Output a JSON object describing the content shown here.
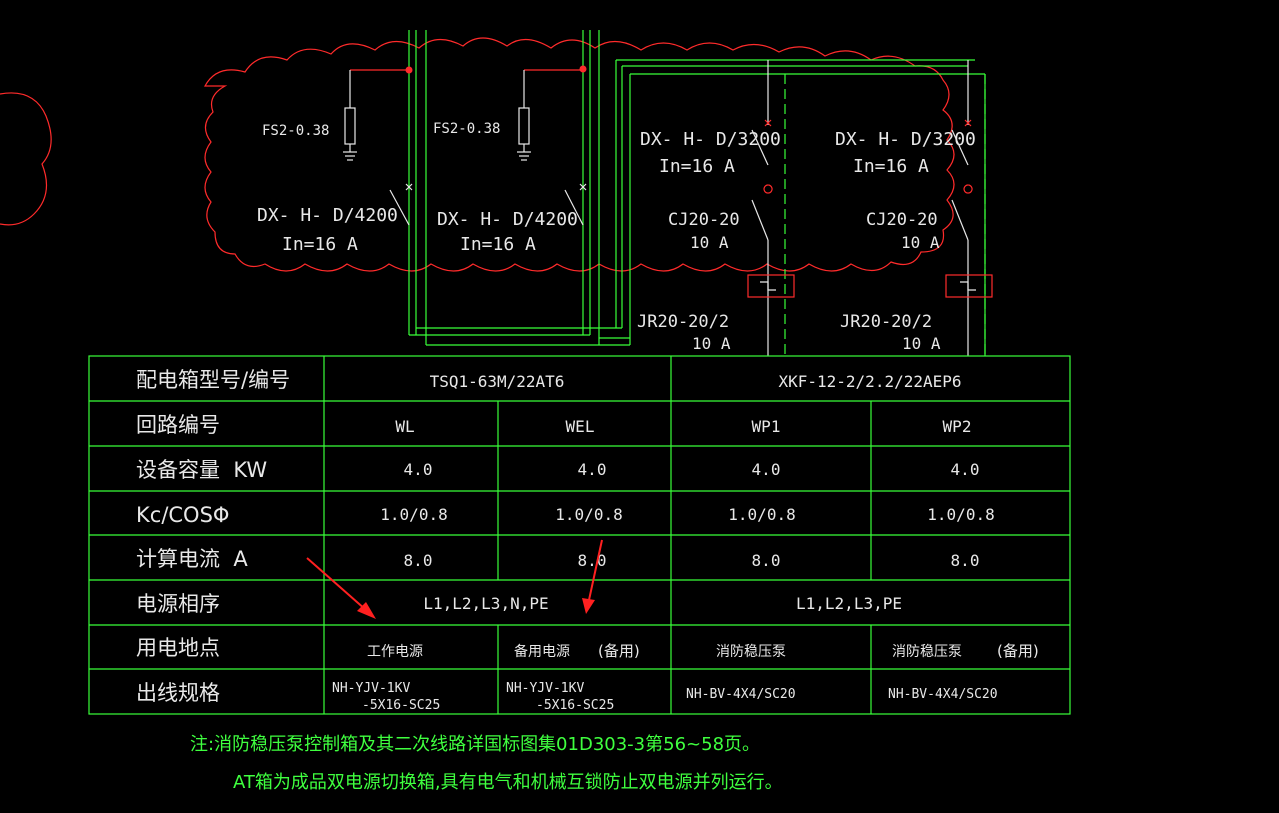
{
  "colors": {
    "background": "#000000",
    "line_green": "#38ff38",
    "line_white": "#e8e8e8",
    "revision_cloud_red": "#ff2b2b",
    "note_text_green": "#3fff3f",
    "arrow_red": "#ff2020"
  },
  "schematic": {
    "spd_1": "FS2-0.38",
    "spd_2": "FS2-0.38",
    "breaker_wl_model": "DX- H- D/4200",
    "breaker_wl_rating": "In=16 A",
    "breaker_wel_model": "DX- H- D/4200",
    "breaker_wel_rating": "In=16 A",
    "breaker_wp1_model": "DX- H- D/3200",
    "breaker_wp1_rating": "In=16 A",
    "breaker_wp2_model": "DX- H- D/3200",
    "breaker_wp2_rating": "In=16 A",
    "contactor_wp1_model": "CJ20-20",
    "contactor_wp1_rating": "10 A",
    "contactor_wp2_model": "CJ20-20",
    "contactor_wp2_rating": "10 A",
    "relay_wp1_model": "JR20-20/2",
    "relay_wp1_rating": "10 A",
    "relay_wp2_model": "JR20-20/2",
    "relay_wp2_rating": "10 A"
  },
  "table": {
    "row_labels": {
      "box_model": "配电箱型号/编号",
      "circuit_no": "回路编号",
      "capacity": "设备容量  KW",
      "kc_cos": "Kc/COSΦ",
      "current": "计算电流  A",
      "phase": "电源相序",
      "location": "用电地点",
      "cable": "出线规格"
    },
    "box_models": [
      "TSQ1-63M/22AT6",
      "XKF-12-2/2.2/22AEP6"
    ],
    "circuits": [
      {
        "no": "WL",
        "capacity": "4.0",
        "kc_cos": "1.0/0.8",
        "current": "8.0",
        "location": "工作电源",
        "location_note": "",
        "cable_line1": "NH-YJV-1KV",
        "cable_line2": "-5X16-SC25"
      },
      {
        "no": "WEL",
        "capacity": "4.0",
        "kc_cos": "1.0/0.8",
        "current": "8.0",
        "location": "备用电源",
        "location_note": "(备用)",
        "cable_line1": "NH-YJV-1KV",
        "cable_line2": "-5X16-SC25"
      },
      {
        "no": "WP1",
        "capacity": "4.0",
        "kc_cos": "1.0/0.8",
        "current": "8.0",
        "location": "消防稳压泵",
        "location_note": "",
        "cable_line1": "NH-BV-4X4/SC20",
        "cable_line2": ""
      },
      {
        "no": "WP2",
        "capacity": "4.0",
        "kc_cos": "1.0/0.8",
        "current": "8.0",
        "location": "消防稳压泵",
        "location_note": "(备用)",
        "cable_line1": "NH-BV-4X4/SC20",
        "cable_line2": ""
      }
    ],
    "phases": [
      "L1,L2,L3,N,PE",
      "L1,L2,L3,PE"
    ]
  },
  "notes": {
    "line1": "注:消防稳压泵控制箱及其二次线路详国标图集01D303-3第56~58页。",
    "line2": "AT箱为成品双电源切换箱,具有电气和机械互锁防止双电源并列运行。"
  }
}
